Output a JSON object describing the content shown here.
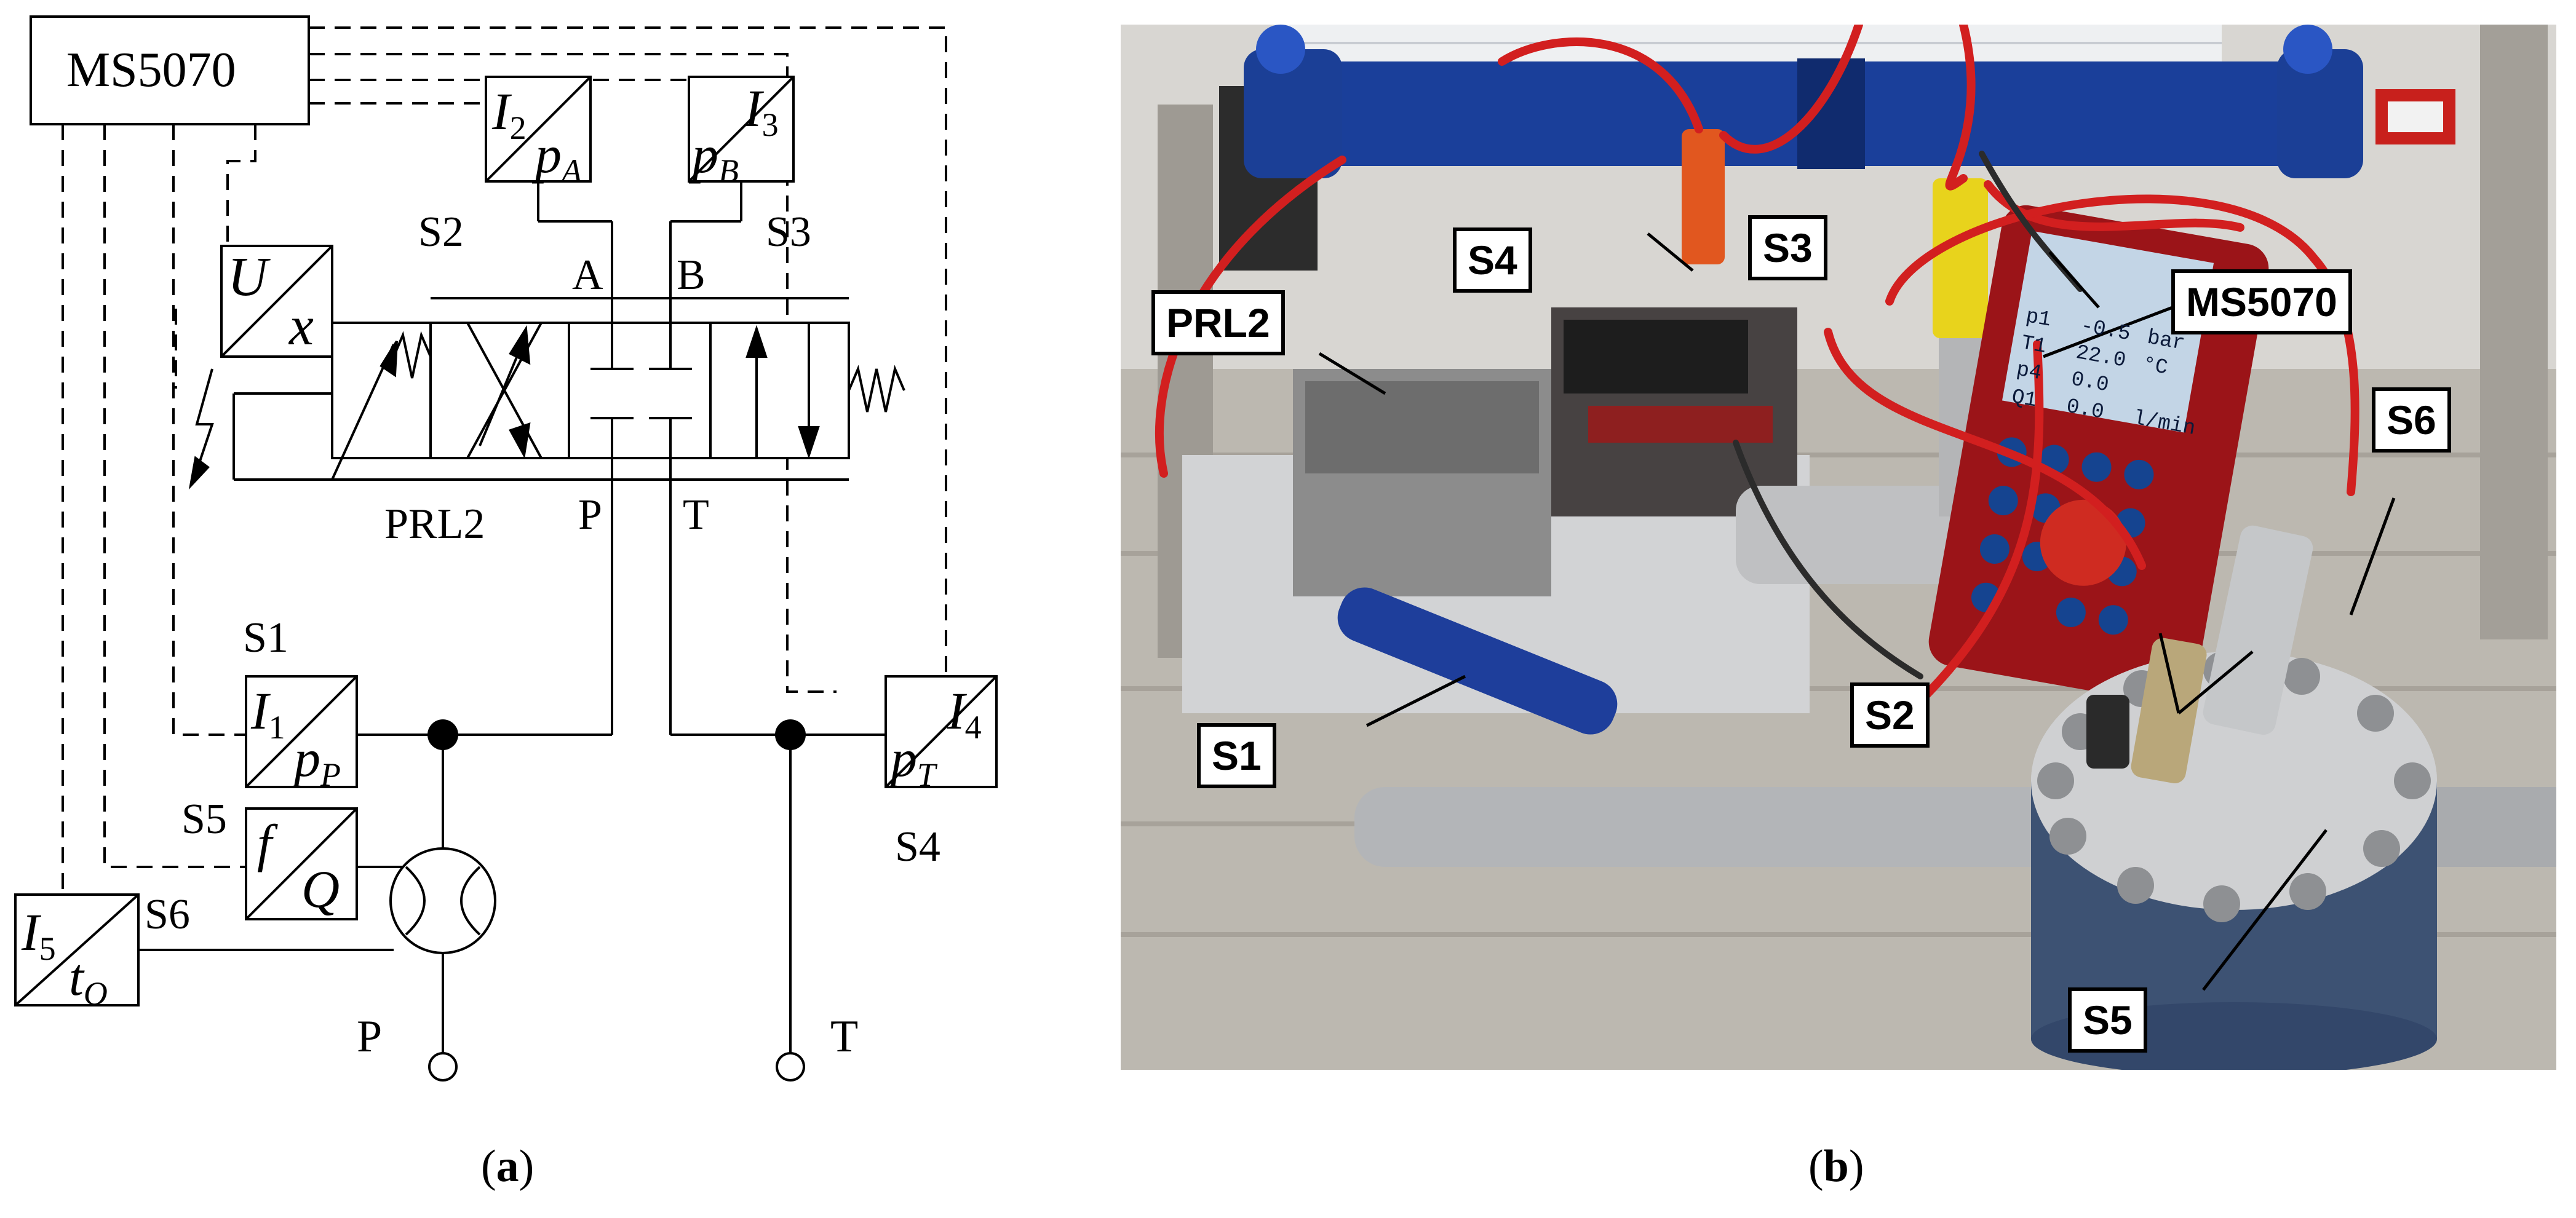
{
  "panel_a": {
    "meter": "MS5070",
    "valve": "PRL2",
    "port_a": "A",
    "port_b": "B",
    "port_p": "P",
    "port_t": "T",
    "supply": "P",
    "tank": "T",
    "sensors": [
      {
        "id": "S1",
        "out": "I",
        "sub": "1",
        "meas": "p",
        "meas_sub": "P"
      },
      {
        "id": "S2",
        "out": "I",
        "sub": "2",
        "meas": "p",
        "meas_sub": "A"
      },
      {
        "id": "S3",
        "out": "I",
        "sub": "3",
        "meas": "p",
        "meas_sub": "B"
      },
      {
        "id": "S4",
        "out": "I",
        "sub": "4",
        "meas": "p",
        "meas_sub": "T"
      },
      {
        "id": "S5",
        "out": "f",
        "sub": "",
        "meas": "Q",
        "meas_sub": ""
      },
      {
        "id": "S6",
        "out": "I",
        "sub": "5",
        "meas": "t",
        "meas_sub": "O"
      }
    ],
    "transducer": {
      "out": "U",
      "meas": "x"
    }
  },
  "panel_b": {
    "labels": [
      "S4",
      "S3",
      "PRL2",
      "MS5070",
      "S6",
      "S1",
      "S2",
      "S5"
    ],
    "display": [
      {
        "name": "p1",
        "value": "-0.5",
        "unit": "bar"
      },
      {
        "name": "T1",
        "value": "22.0",
        "unit": "°C"
      },
      {
        "name": "p4",
        "value": "0.0",
        "unit": ""
      },
      {
        "name": "Q1",
        "value": "0.0",
        "unit": "l/min"
      }
    ]
  },
  "captions": {
    "a_open": "(",
    "a_letter": "a",
    "a_close": ")",
    "b_open": "(",
    "b_letter": "b",
    "b_close": ")"
  }
}
